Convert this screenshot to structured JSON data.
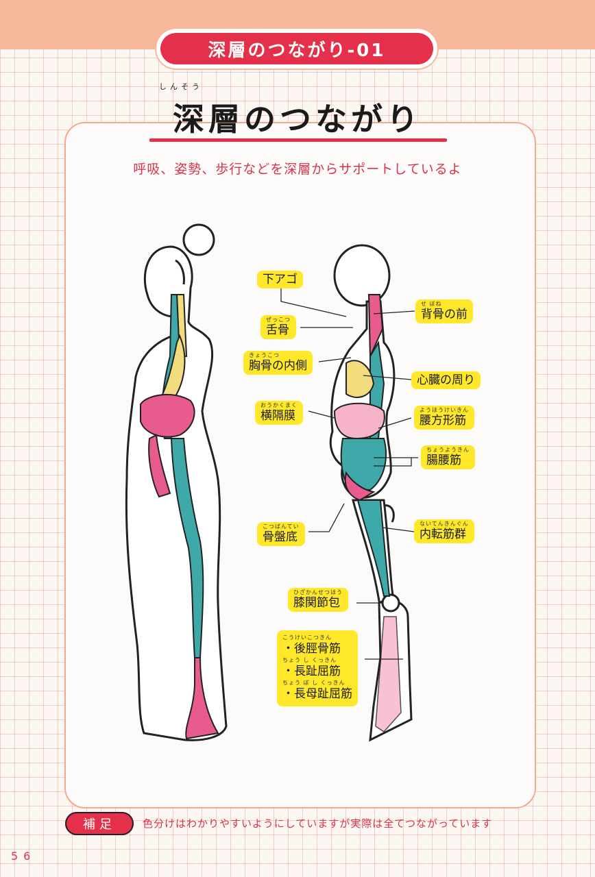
{
  "header": {
    "series_label": "深層のつながり-01"
  },
  "title": {
    "text": "深層のつながり",
    "ruby": "しんそう"
  },
  "subtitle": "呼吸、姿勢、歩行などを深層からサポートしているよ",
  "labels": [
    {
      "id": "shita-ago",
      "text": "下アゴ",
      "ruby": ""
    },
    {
      "id": "zekkotsu",
      "text": "舌骨",
      "ruby": "ぜっこつ"
    },
    {
      "id": "kyokotsu",
      "text": "胸骨の内側",
      "ruby": "きょうこつ"
    },
    {
      "id": "oukakumaku",
      "text": "横隔膜",
      "ruby": "おうかくまく"
    },
    {
      "id": "kotsubantei",
      "text": "骨盤底",
      "ruby": "こつばんてい"
    },
    {
      "id": "shitsukansetsu",
      "text": "膝関節包",
      "ruby": "ひざかんせつほう"
    },
    {
      "id": "sebone",
      "text": "背骨の前",
      "ruby": "せ ぼね"
    },
    {
      "id": "shinzo",
      "text": "心臓の周り",
      "ruby": ""
    },
    {
      "id": "youhoukei",
      "text": "腰方形筋",
      "ruby": "ようほうけいきん"
    },
    {
      "id": "chouyou",
      "text": "腸腰筋",
      "ruby": "ちょうようきん"
    },
    {
      "id": "naiten",
      "text": "内転筋群",
      "ruby": "ないてんきんぐん"
    }
  ],
  "leg_muscles": [
    {
      "text": "・後脛骨筋",
      "ruby": "こうけいこつきん"
    },
    {
      "text": "・長趾屈筋",
      "ruby": "ちょう し くっきん"
    },
    {
      "text": "・長母趾屈筋",
      "ruby": "ちょう ぼ し くっきん"
    }
  ],
  "note": {
    "badge": "補足",
    "text": "色分けはわかりやすいようにしていますが実際は全てつながっています"
  },
  "page_number": "56",
  "colors": {
    "accent": "#e4304a",
    "highlight": "#ffe82a",
    "teal": "#3fa8a8",
    "pink": "#e85b8e",
    "yellow": "#f2dc7e",
    "peach": "#f6b79a"
  }
}
